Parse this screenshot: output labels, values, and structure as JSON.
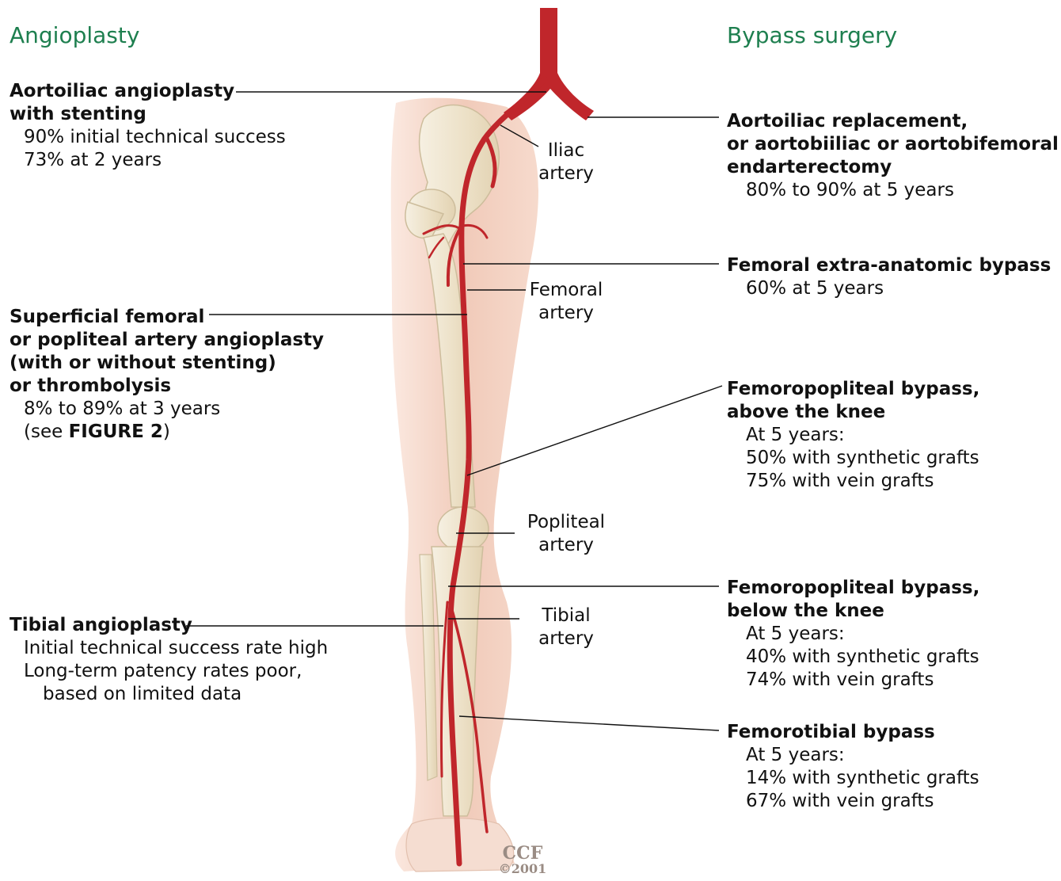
{
  "headings": {
    "left": "Angioplasty",
    "right": "Bypass surgery"
  },
  "left": {
    "aortoiliac": {
      "title1": "Aortoiliac angioplasty",
      "title2": "with stenting",
      "line1": "90% initial technical success",
      "line2": "73% at 2 years"
    },
    "femoral": {
      "title1": "Superficial femoral",
      "title2": "or popliteal artery angioplasty",
      "title3": "(with or without stenting)",
      "title4": "or thrombolysis",
      "line1": "8% to 89% at 3 years",
      "see_prefix": "(see ",
      "see_ref": "FIGURE 2",
      "see_suffix": ")"
    },
    "tibial": {
      "title": "Tibial angioplasty",
      "line1": "Initial technical success rate high",
      "line2": "Long-term patency rates poor,",
      "line3": "based on limited data"
    }
  },
  "right": {
    "aortoiliac": {
      "title1": "Aortoiliac replacement,",
      "title2": "or aortobiiliac or aortobifemoral",
      "title3": "endarterectomy",
      "line1": "80% to 90% at 5 years"
    },
    "extra_anatomic": {
      "title": "Femoral extra-anatomic bypass",
      "line1": "60% at 5 years"
    },
    "fem_above": {
      "title1": "Femoropopliteal bypass,",
      "title2": "above the knee",
      "line1": "At 5 years:",
      "line2": "50% with synthetic grafts",
      "line3": "75% with vein grafts"
    },
    "fem_below": {
      "title1": "Femoropopliteal bypass,",
      "title2": "below the knee",
      "line1": "At 5 years:",
      "line2": "40% with synthetic grafts",
      "line3": "74% with vein grafts"
    },
    "femorotibial": {
      "title": "Femorotibial bypass",
      "line1": "At 5 years:",
      "line2": "14% with synthetic grafts",
      "line3": "67% with vein grafts"
    }
  },
  "arteries": {
    "iliac": [
      "Iliac",
      "artery"
    ],
    "femoral": [
      "Femoral",
      "artery"
    ],
    "popliteal": [
      "Popliteal",
      "artery"
    ],
    "tibial": [
      "Tibial",
      "artery"
    ]
  },
  "copyright": {
    "line1": "CCF",
    "line2": "©2001"
  },
  "colors": {
    "heading": "#1e7f4f",
    "artery": "#c0262b",
    "skin": "#f3d3c4",
    "bone": "#f2e9d6"
  }
}
